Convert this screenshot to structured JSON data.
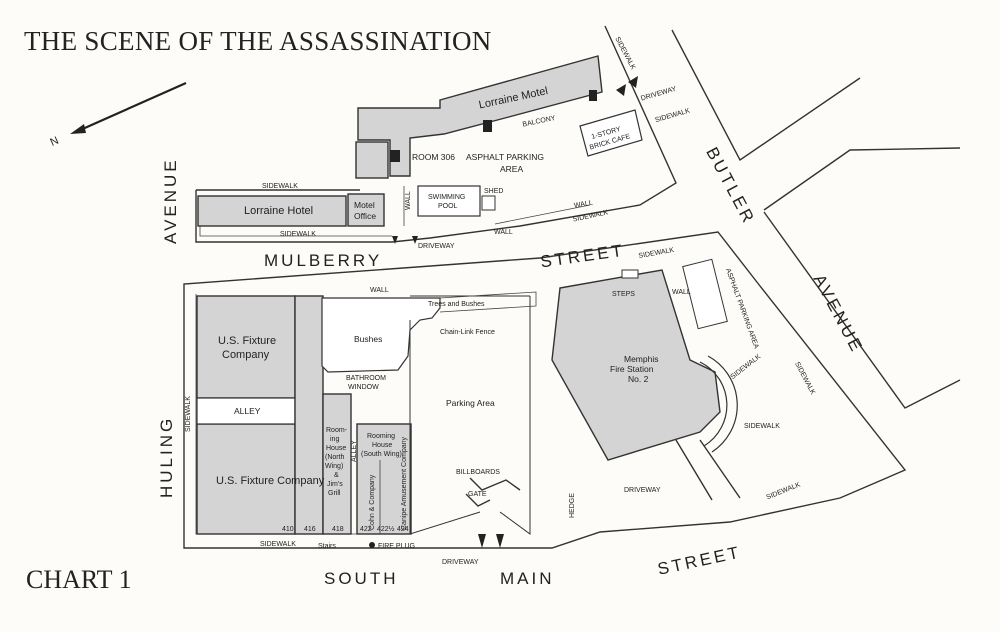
{
  "title": "THE SCENE OF THE ASSASSINATION",
  "chart_label": "CHART 1",
  "north_label": "N",
  "streets": {
    "mulberry": "MULBERRY",
    "mulberry_street": "STREET",
    "butler": "BUTLER",
    "butler_avenue": "AVENUE",
    "huling": "HULING",
    "huling_avenue": "AVENUE",
    "south": "SOUTH",
    "main": "MAIN",
    "main_street": "STREET"
  },
  "buildings": {
    "lorraine_motel": "Lorraine Motel",
    "balcony": "BALCONY",
    "room_306": "ROOM 306",
    "asphalt_parking": "ASPHALT PARKING",
    "asphalt_area": "AREA",
    "brick_cafe_1": "1-STORY",
    "brick_cafe_2": "BRICK CAFE",
    "lorraine_hotel": "Lorraine Hotel",
    "motel_office_1": "Motel",
    "motel_office_2": "Office",
    "swimming": "SWIMMING",
    "pool": "POOL",
    "shed": "SHED",
    "fixture_1a": "U.S. Fixture",
    "fixture_1b": "Company",
    "fixture_2": "U.S. Fixture Company",
    "alley": "ALLEY",
    "alley_small": "ALLEY",
    "rooming_north": [
      "Room-",
      "ing",
      "House",
      "(North",
      "Wing)",
      "&",
      "Jim's",
      "Grill"
    ],
    "rooming_south": [
      "Rooming",
      "House",
      "(South Wing)"
    ],
    "cohn": "Cohn & Company",
    "canipe": "Canipe Amusement Company",
    "fire_station": [
      "Memphis",
      "Fire Station",
      "No. 2"
    ],
    "bushes": "Bushes",
    "parking_area": "Parking Area",
    "asphalt_parking_area": "ASPHALT PARKING AREA"
  },
  "features": {
    "sidewalk": "SIDEWALK",
    "driveway": "DRIVEWAY",
    "wall": "WALL",
    "trees_bushes": "Trees and Bushes",
    "chain_link": "Chain-Link Fence",
    "bathroom_1": "BATHROOM",
    "bathroom_2": "WINDOW",
    "billboards": "BILLBOARDS",
    "gate": "GATE",
    "steps": "STEPS",
    "hedge": "HEDGE",
    "stairs": "Stairs",
    "fire_plug": "FIRE PLUG"
  },
  "addresses": [
    "410",
    "416",
    "418",
    "422",
    "422½",
    "424"
  ]
}
